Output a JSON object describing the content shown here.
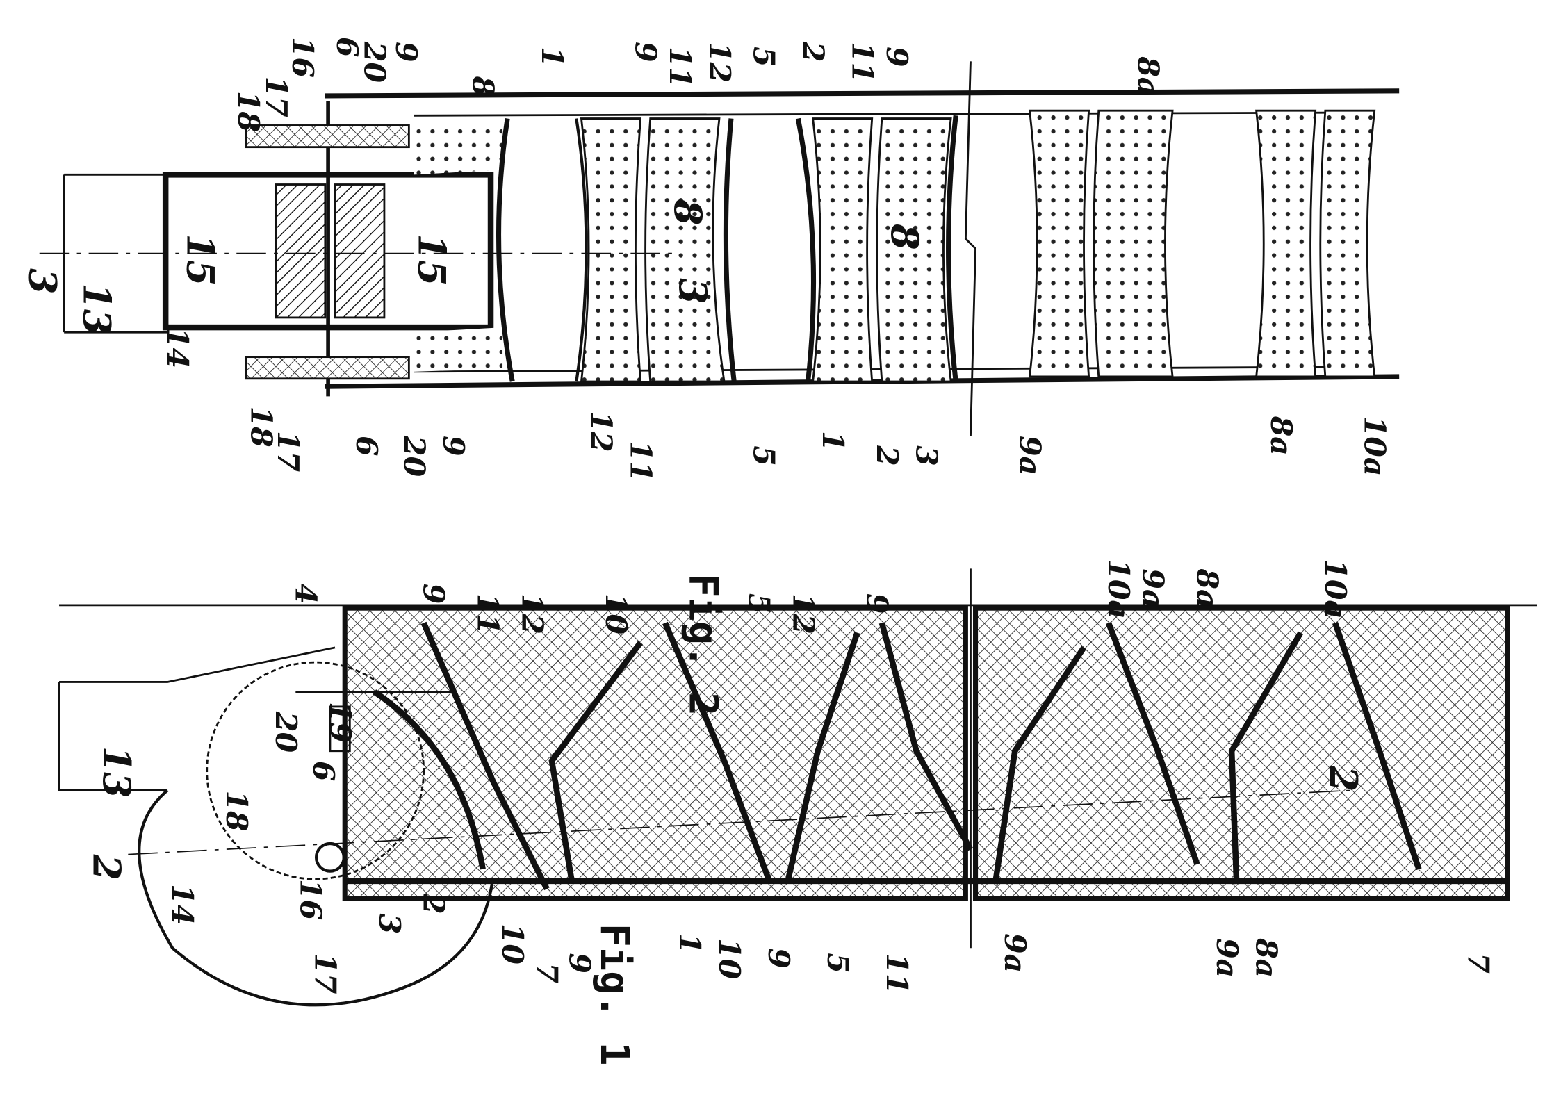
{
  "figures": {
    "top": {
      "caption": "Fig. 2"
    },
    "bottom": {
      "caption": "Fig. 1"
    }
  },
  "top_labels": [
    "18",
    "17",
    "16",
    "6",
    "20",
    "9",
    "8",
    "1",
    "9",
    "11",
    "12",
    "5",
    "2",
    "11",
    "9",
    "8a",
    "13",
    "14",
    "3",
    "18",
    "17",
    "6",
    "20",
    "9",
    "12",
    "11",
    "5",
    "1",
    "2",
    "3",
    "9a",
    "8a",
    "10a",
    "15",
    "15",
    "8",
    "8",
    "3"
  ],
  "bottom_labels": [
    "4",
    "9",
    "11",
    "12",
    "10",
    "5",
    "12",
    "9",
    "10a",
    "9a",
    "8a",
    "10a",
    "19",
    "20",
    "6",
    "13",
    "18",
    "2",
    "14",
    "16",
    "17",
    "3",
    "2",
    "10",
    "7",
    "9",
    "1",
    "10",
    "9",
    "5",
    "11",
    "9a",
    "9a",
    "8a",
    "7",
    "2"
  ],
  "colors": {
    "ink": "#111111",
    "paper": "#ffffff"
  }
}
